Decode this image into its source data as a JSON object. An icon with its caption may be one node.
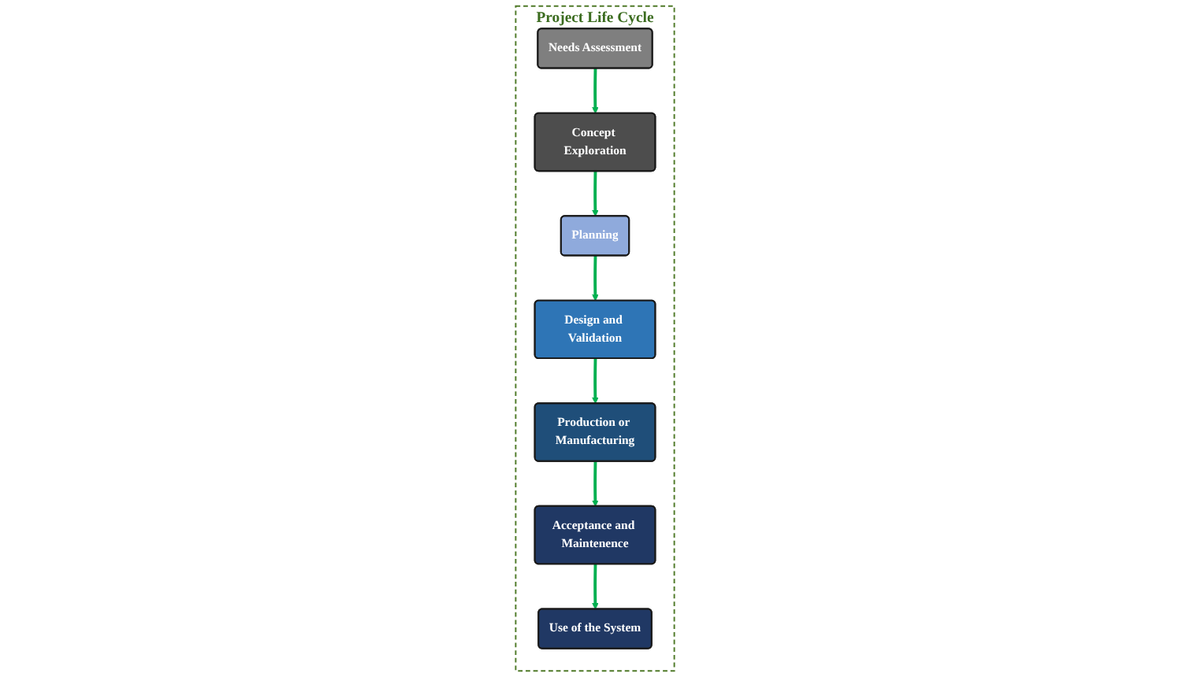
{
  "diagram": {
    "nodes": [
      {
        "text": [
          "Project Life Cycle"
        ]
      },
      {
        "text": [
          "Needs Assessment"
        ],
        "in": 0
      },
      {
        "text": [
          "Concept Exploration"
        ],
        "in": 0
      },
      {
        "text": [
          "Planning"
        ],
        "in": 0
      },
      {
        "text": [
          "Design and Validation"
        ],
        "in": 0
      },
      {
        "text": [
          "Production or Manufacturing"
        ],
        "in": 0
      },
      {
        "text": [
          "Acceptance and Maintenence"
        ],
        "in": 0
      },
      {
        "text": [
          "Use of the System"
        ],
        "in": 0
      }
    ],
    "edges": [
      {
        "from": 1,
        "to": 2,
        "arrow": "to"
      },
      {
        "from": 2,
        "to": 3,
        "arrow": "to"
      },
      {
        "from": 3,
        "to": 4,
        "arrow": "to"
      },
      {
        "from": 4,
        "to": 5,
        "arrow": "to"
      },
      {
        "from": 5,
        "to": 6,
        "arrow": "to"
      },
      {
        "from": 6,
        "to": 7,
        "arrow": "to"
      }
    ]
  }
}
